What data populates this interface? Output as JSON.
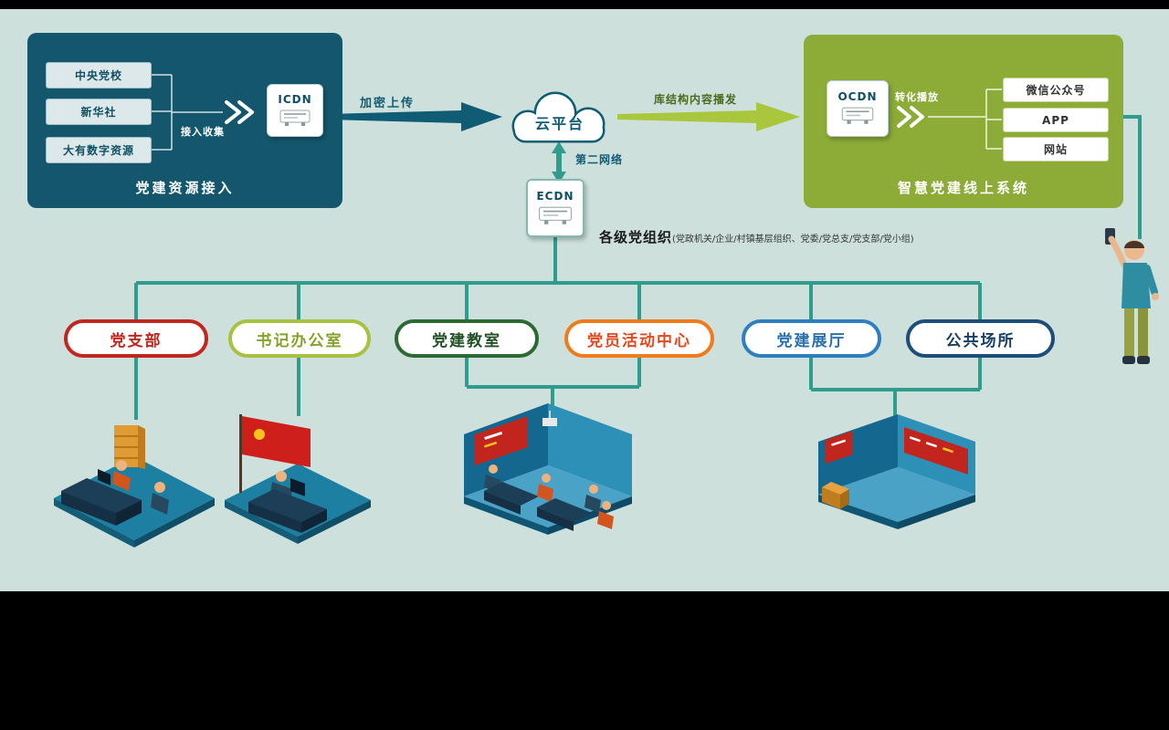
{
  "canvas": {
    "background": "#cde0dc",
    "letterbox": "#000000"
  },
  "source_panel": {
    "title": "党建资源接入",
    "background": "#14576c",
    "items": [
      {
        "label": "中央党校"
      },
      {
        "label": "新华社"
      },
      {
        "label": "大有数字资源"
      }
    ],
    "collect_label": "接入收集",
    "device_label": "ICDN"
  },
  "cloud": {
    "label": "云平台"
  },
  "labels": {
    "upload": "加密上传",
    "broadcast": "库结构内容播发",
    "second_network": "第二网络",
    "convert": "转化播放"
  },
  "edge_device": {
    "label": "ECDN"
  },
  "online_panel": {
    "title": "智慧党建线上系统",
    "background": "#8cab37",
    "device_label": "OCDN",
    "items": [
      {
        "label": "微信公众号"
      },
      {
        "label": "APP"
      },
      {
        "label": "网站"
      }
    ]
  },
  "org": {
    "label": "各级党组织",
    "sub_label": "(党政机关/企业/村镇基层组织、党委/党总支/党支部/党小组)"
  },
  "venues": [
    {
      "label": "党支部",
      "border_color": "#c1271e",
      "text_color": "#c1271e"
    },
    {
      "label": "书记办公室",
      "border_color": "#a6c23f",
      "text_color": "#86a22c"
    },
    {
      "label": "党建教室",
      "border_color": "#2d6a33",
      "text_color": "#235027"
    },
    {
      "label": "党员活动中心",
      "border_color": "#ef7b1a",
      "text_color": "#e2481f"
    },
    {
      "label": "党建展厅",
      "border_color": "#2e7fc0",
      "text_color": "#2b72ad"
    },
    {
      "label": "公共场所",
      "border_color": "#1d4e79",
      "text_color": "#173f63"
    }
  ],
  "connector_colors": {
    "dark_teal_arrow": "#0f5c74",
    "green_arrow": "#a9c63c",
    "tree_line": "#2f9c8e"
  },
  "icons": {
    "device": "router-icon",
    "cloud": "cloud-icon",
    "person": "photographer-illustration"
  }
}
